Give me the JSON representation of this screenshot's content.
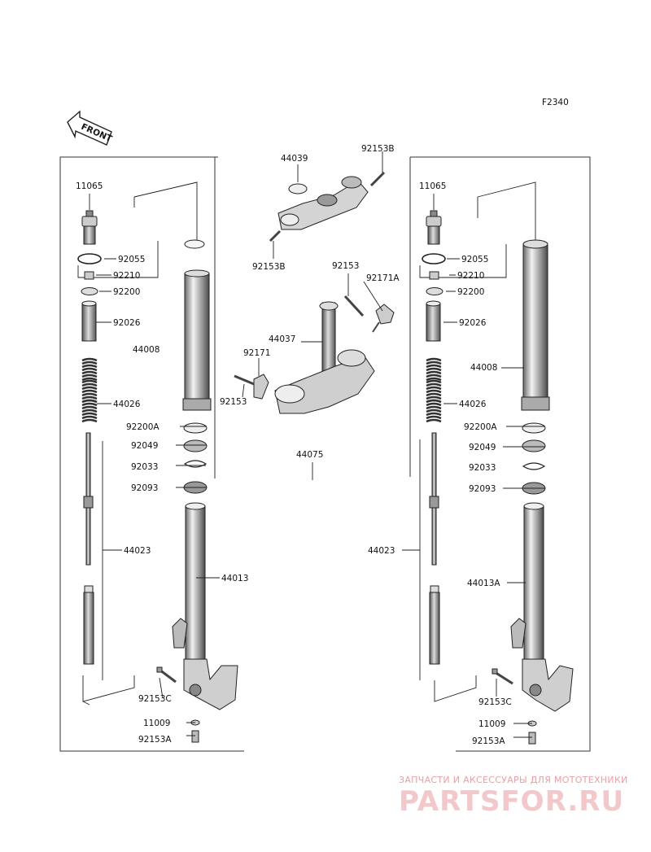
{
  "diagram_code": "F2340",
  "front_arrow": "FRONT",
  "watermark": {
    "tagline": "ЗАПЧАСТИ И АКСЕССУАРЫ ДЛЯ МОТОТЕХНИКИ",
    "brand": "PARTSFOR.RU"
  },
  "left_fork": {
    "l_11065": "11065",
    "l_92055": "92055",
    "l_92210": "92210",
    "l_92200": "92200",
    "l_92026": "92026",
    "l_44008": "44008",
    "l_44026": "44026",
    "l_92200A": "92200A",
    "l_92049": "92049",
    "l_92033": "92033",
    "l_92093": "92093",
    "l_44023": "44023",
    "l_44013": "44013",
    "l_92153C": "92153C",
    "l_11009": "11009",
    "l_92153A": "92153A"
  },
  "center": {
    "l_44039": "44039",
    "l_92153B_top": "92153B",
    "l_92153B_bottom": "92153B",
    "l_92153_top": "92153",
    "l_92171A": "92171A",
    "l_44037": "44037",
    "l_92171": "92171",
    "l_92153_left": "92153",
    "l_44075": "44075"
  },
  "right_fork": {
    "l_11065": "11065",
    "l_92055": "92055",
    "l_92210": "92210",
    "l_92200": "92200",
    "l_92026": "92026",
    "l_44008": "44008",
    "l_44026": "44026",
    "l_92200A": "92200A",
    "l_92049": "92049",
    "l_92033": "92033",
    "l_92093": "92093",
    "l_44023": "44023",
    "l_44013A": "44013A",
    "l_92153C": "92153C",
    "l_11009": "11009",
    "l_92153A": "92153A"
  }
}
